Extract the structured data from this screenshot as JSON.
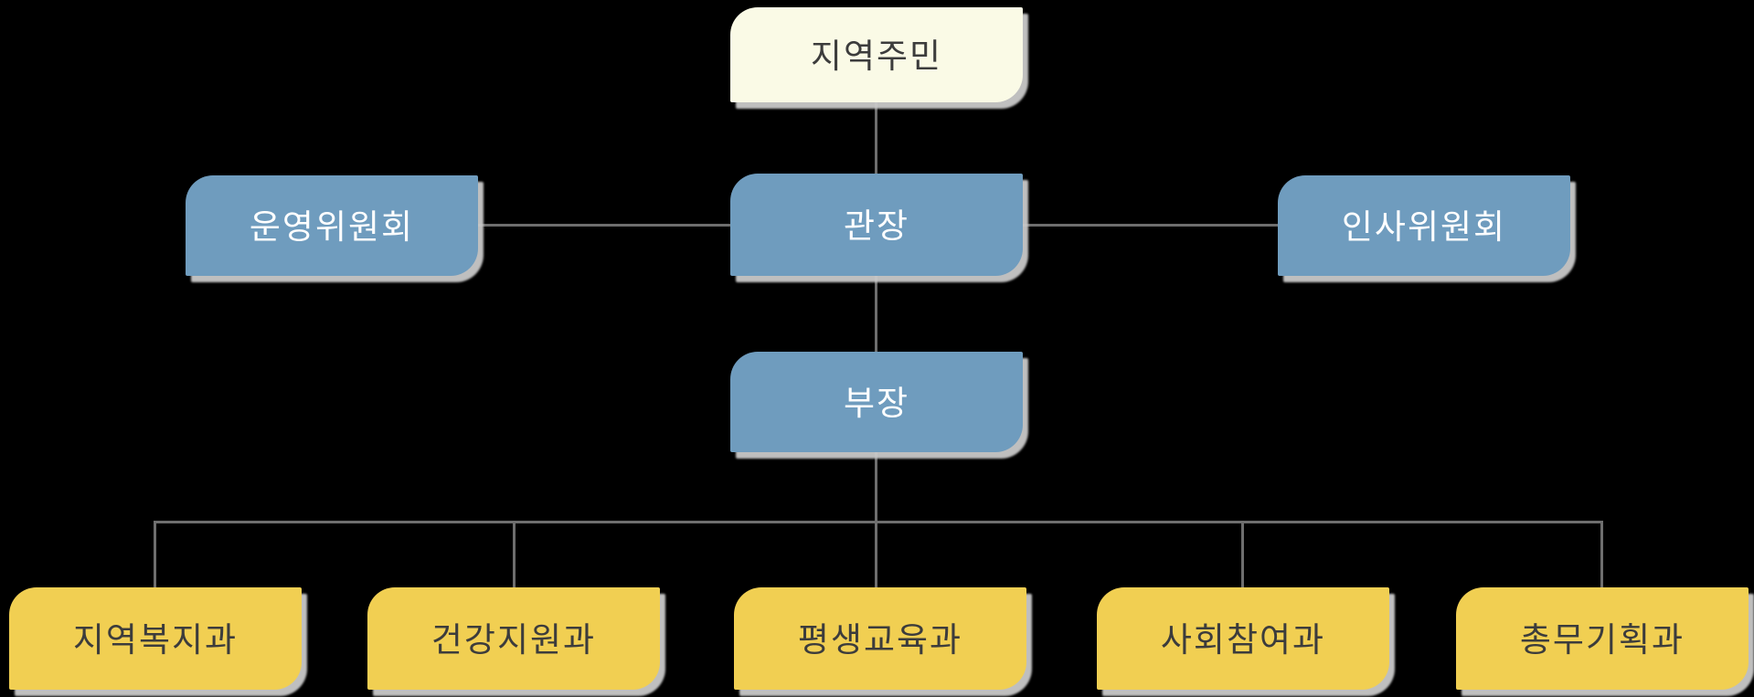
{
  "org": {
    "nodes": {
      "residents": {
        "label": "지역주민"
      },
      "steering_committee": {
        "label": "운영위원회"
      },
      "director": {
        "label": "관장"
      },
      "personnel_committee": {
        "label": "인사위원회"
      },
      "department_head": {
        "label": "부장"
      }
    },
    "departments": [
      {
        "label": "지역복지과"
      },
      {
        "label": "건강지원과"
      },
      {
        "label": "평생교육과"
      },
      {
        "label": "사회참여과"
      },
      {
        "label": "총무기획과"
      }
    ],
    "edges": [
      {
        "from": "지역주민",
        "to": "관장"
      },
      {
        "from": "운영위원회",
        "to": "관장"
      },
      {
        "from": "관장",
        "to": "인사위원회"
      },
      {
        "from": "관장",
        "to": "부장"
      },
      {
        "from": "부장",
        "to": "지역복지과"
      },
      {
        "from": "부장",
        "to": "건강지원과"
      },
      {
        "from": "부장",
        "to": "평생교육과"
      },
      {
        "from": "부장",
        "to": "사회참여과"
      },
      {
        "from": "부장",
        "to": "총무기획과"
      }
    ],
    "colors": {
      "residents_fill": "#fafae6",
      "committee_fill": "#6f9cbe",
      "department_fill": "#f1cf52",
      "dark_text": "#3c3c3c",
      "light_text": "#ffffff",
      "connector": "#6e6e6e",
      "shadow": "#c9c9c9",
      "background": "#000000"
    }
  }
}
